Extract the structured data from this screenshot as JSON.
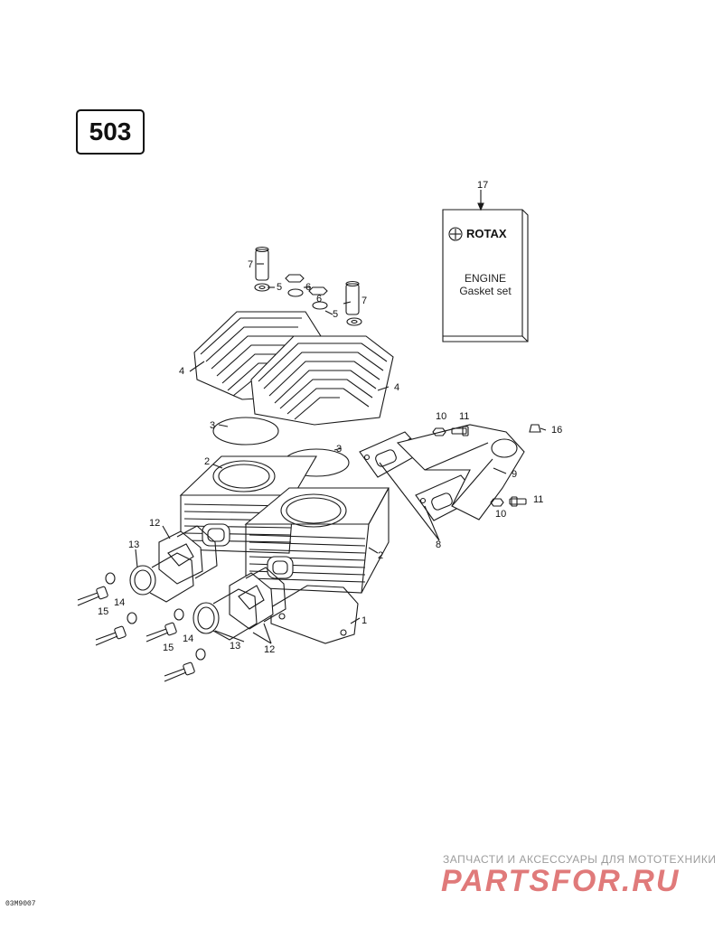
{
  "page": {
    "number": "503",
    "ref_code": "03M9007"
  },
  "kit": {
    "brand": "ROTAX",
    "line1": "ENGINE",
    "line2": "Gasket set"
  },
  "watermark": {
    "top": "ЗАПЧАСТИ И АКСЕССУАРЫ ДЛЯ МОТОТЕХНИКИ",
    "logo": "PARTSFOR.RU"
  },
  "callouts": [
    "17",
    "7",
    "5",
    "6",
    "6",
    "5",
    "7",
    "4",
    "4",
    "3",
    "3",
    "2",
    "2",
    "10",
    "11",
    "16",
    "9",
    "11",
    "10",
    "8",
    "12",
    "13",
    "14",
    "15",
    "14",
    "15",
    "13",
    "12",
    "1"
  ],
  "colors": {
    "line": "#1a1a1a",
    "watermark": "#e07a7a"
  }
}
